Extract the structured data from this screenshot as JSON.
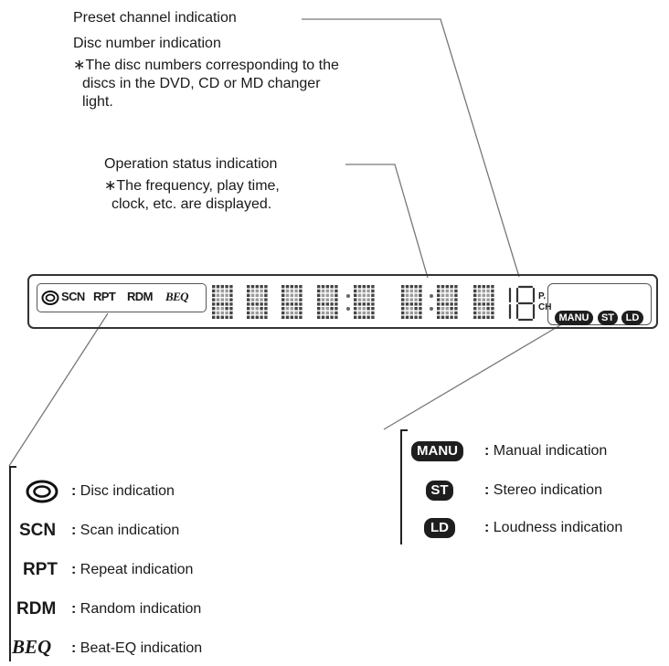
{
  "annotations": {
    "preset_channel": "Preset channel indication",
    "disc_number": "Disc number indication",
    "disc_number_note": [
      "∗The disc numbers corresponding to the",
      "discs in the DVD, CD or MD changer",
      "light."
    ],
    "operation_status": "Operation status indication",
    "operation_status_note": [
      "∗The frequency, play time,",
      "clock, etc. are displayed."
    ]
  },
  "display": {
    "left_labels": {
      "scn": "SCN",
      "rpt": "RPT",
      "rdm": "RDM",
      "beq": "BEQ"
    },
    "channel_digits": "18",
    "pch_p": "P.",
    "pch_ch": "CH",
    "right_labels": {
      "manu": "MANU",
      "st": "ST",
      "ld": "LD"
    }
  },
  "legend_left": [
    {
      "symbol": "disc-icon",
      "label": "Disc indication"
    },
    {
      "symbol": "SCN",
      "label": "Scan indication"
    },
    {
      "symbol": "RPT",
      "label": "Repeat indication"
    },
    {
      "symbol": "RDM",
      "label": "Random indication"
    },
    {
      "symbol": "BEQ",
      "label": "Beat-EQ indication"
    }
  ],
  "legend_right": [
    {
      "symbol": "MANU",
      "label": "Manual indication"
    },
    {
      "symbol": "ST",
      "label": "Stereo indication"
    },
    {
      "symbol": "LD",
      "label": "Loudness indication"
    }
  ],
  "separator": ":"
}
